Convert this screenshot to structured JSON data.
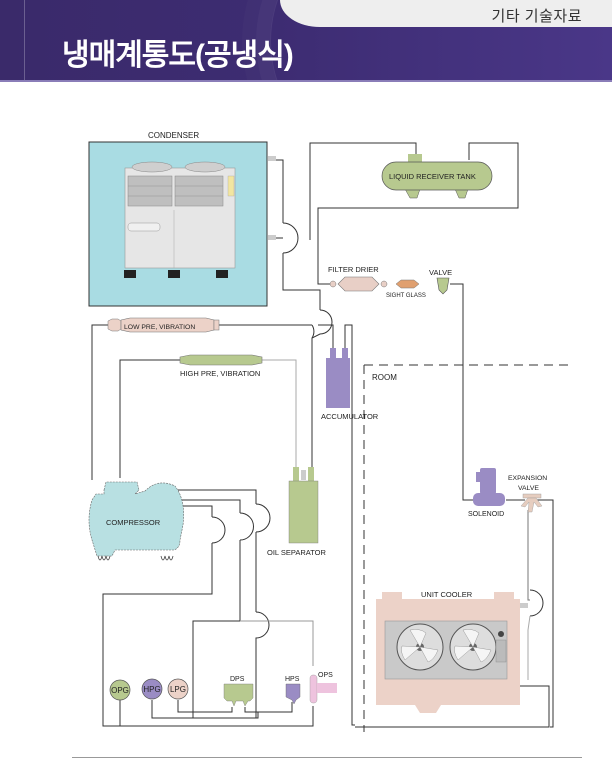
{
  "header": {
    "category": "기타 기술자료",
    "title": "냉매계통도(공냉식)"
  },
  "diagram": {
    "labels": {
      "condenser": "CONDENSER",
      "liquid_receiver_tank": "LIQUID RECEIVER TANK",
      "filter_drier": "FILTER DRIER",
      "sight_glass": "SIGHT GLASS",
      "valve": "VALVE",
      "low_pre_vibration": "LOW PRE, VIBRATION",
      "high_pre_vibration": "HIGH PRE, VIBRATION",
      "accumulator": "ACCUMULATOR",
      "room": "ROOM",
      "solenoid": "SOLENOID",
      "expansion_valve_line1": "EXPANSION",
      "expansion_valve_line2": "VALVE",
      "compressor": "COMPRESSOR",
      "oil_separator": "OIL SEPARATOR",
      "unit_cooler": "UNIT COOLER",
      "opg": "OPG",
      "hpg": "HPG",
      "lpg": "LPG",
      "dps": "DPS",
      "hps": "HPS",
      "ops": "OPS"
    },
    "colors": {
      "condenser_bg": "#a9dce3",
      "receiver": "#b7c98f",
      "filter_drier": "#e8cfc6",
      "sight_glass": "#e0a070",
      "valve": "#b7c98f",
      "low_pre": "#ecd2c8",
      "high_pre": "#b7c98f",
      "accumulator": "#9a8cc4",
      "solenoid": "#9a8cc4",
      "expansion_valve": "#e6cdbf",
      "compressor": "#b8e0e2",
      "oil_separator": "#b7c98f",
      "unit_cooler_bg": "#ecd2c8",
      "opg": "#b7c98f",
      "hpg": "#9a8cc4",
      "lpg": "#ecd2c8",
      "dps": "#b7c98f",
      "hps": "#9a8cc4",
      "ops": "#eec3de",
      "pipe": "#333333"
    }
  }
}
